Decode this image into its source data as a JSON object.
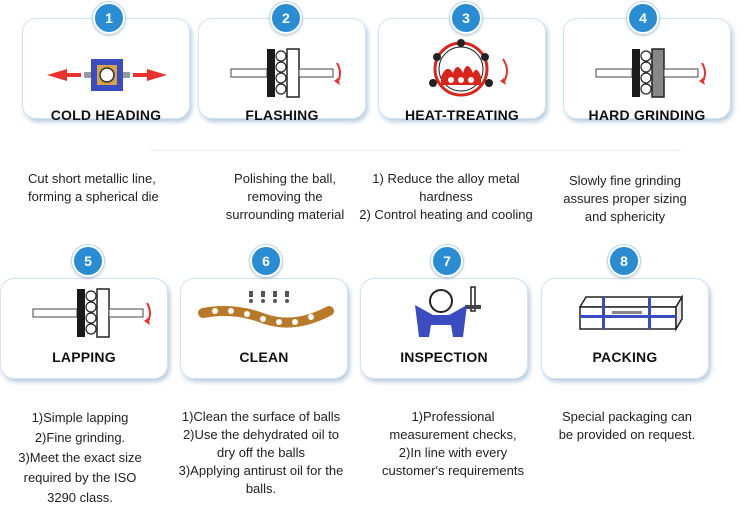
{
  "steps": [
    {
      "number": "1",
      "title": "COLD HEADING",
      "icon": "cold-heading-die-icon",
      "description": "Cut short metallic line,\nforming a spherical die"
    },
    {
      "number": "2",
      "title": "FLASHING",
      "icon": "flashing-plates-icon",
      "description": "Polishing the ball,\nremoving the\nsurrounding material"
    },
    {
      "number": "3",
      "title": "HEAT-TREATING",
      "icon": "furnace-icon",
      "description": "1) Reduce the alloy metal\nhardness\n2) Control heating and cooling"
    },
    {
      "number": "4",
      "title": "HARD GRINDING",
      "icon": "grinding-plates-icon",
      "description": "Slowly fine grinding\nassures proper sizing\nand sphericity"
    },
    {
      "number": "5",
      "title": "LAPPING",
      "icon": "lapping-plates-icon",
      "description": "1)Simple lapping\n2)Fine grinding.\n3)Meet the exact size\nrequired by the ISO\n3290 class."
    },
    {
      "number": "6",
      "title": "CLEAN",
      "icon": "conveyor-clean-icon",
      "description": "1)Clean the surface of balls\n2)Use the dehydrated oil to\ndry off the balls\n3)Applying antirust oil for the\nballs."
    },
    {
      "number": "7",
      "title": "INSPECTION",
      "icon": "inspection-gauge-icon",
      "description": "1)Professional\nmeasurement checks,\n2)In line with every\ncustomer's requirements"
    },
    {
      "number": "8",
      "title": "PACKING",
      "icon": "package-box-icon",
      "description": "Special packaging can\nbe provided on request."
    }
  ],
  "colors": {
    "badge": "#2a8dd4",
    "arrow_red": "#e8322e",
    "plate_blue": "#3b4cc0",
    "furnace_red": "#d9241c",
    "conveyor": "#b87a2a"
  }
}
